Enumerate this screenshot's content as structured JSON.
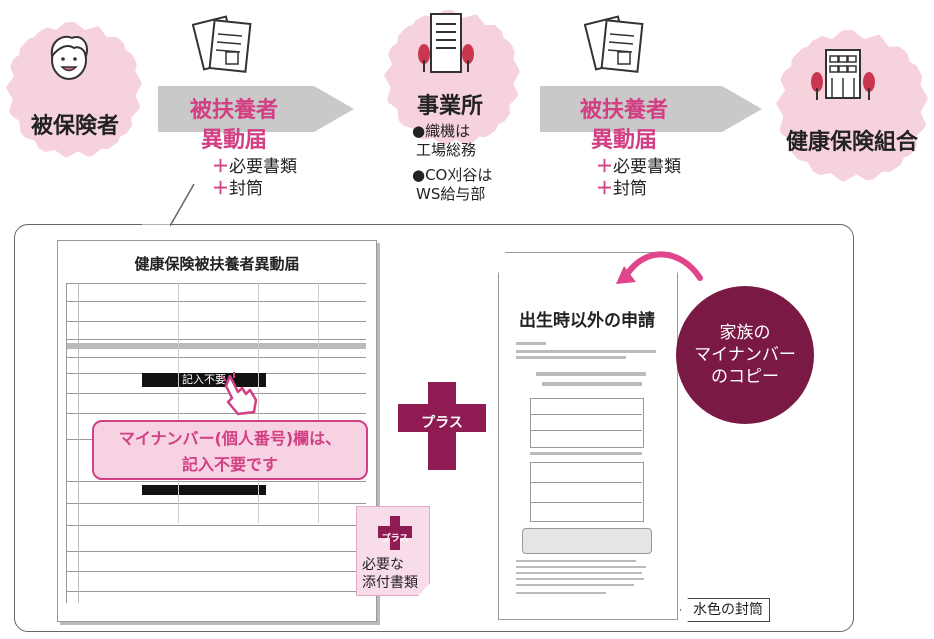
{
  "colors": {
    "pink_circle": "#f6d3dc",
    "arrow_gray": "#c9c9c9",
    "accent_pink": "#d23f83",
    "magenta": "#9b1d57",
    "plus": "#8e1b52"
  },
  "flow": {
    "insured": "被保険者",
    "form1": [
      "被扶養者",
      "異動届"
    ],
    "extras1": [
      "必要書類",
      "封筒"
    ],
    "office": "事業所",
    "office_notes": [
      "●織機は",
      "工場総務",
      "●CO刈谷は",
      "WS給与部"
    ],
    "form2": [
      "被扶養者",
      "異動届"
    ],
    "extras2": [
      "必要書類",
      "封筒"
    ],
    "union": "健康保険組合"
  },
  "detail": {
    "doc_title": "健康保険被扶養者異動届",
    "stamp_text": "記入不要",
    "callout": [
      "マイナンバー(個人番号)欄は、",
      "記入不要です"
    ],
    "plus_label": "プラス",
    "small_plus_label": "プラス",
    "attachments": [
      "必要な",
      "添付書類"
    ],
    "envelope_title": "出生時以外の申請",
    "bubble": [
      "家族の",
      "マイナンバー",
      "のコピー"
    ],
    "envelope_caption": "水色の封筒"
  },
  "icons": [
    "person-icon",
    "document-icon",
    "office-building-icon",
    "hospital-building-icon",
    "hand-pointer-icon",
    "curved-arrow-icon"
  ]
}
